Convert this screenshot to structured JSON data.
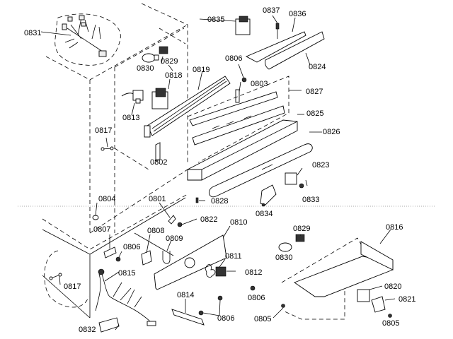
{
  "diagram": {
    "type": "exploded-parts-view",
    "labels": {
      "p0831": "0831",
      "p0830": "0830",
      "p0829a": "0829",
      "p0818": "0818",
      "p0819": "0819",
      "p0813": "0813",
      "p0817a": "0817",
      "p0802": "0802",
      "p0835": "0835",
      "p0837": "0837",
      "p0836": "0836",
      "p0824": "0824",
      "p0806a": "0806",
      "p0803": "0803",
      "p0827": "0827",
      "p0825": "0825",
      "p0826": "0826",
      "p0823": "0823",
      "p0833": "0833",
      "p0834": "0834",
      "p0828": "0828",
      "p0804": "0804",
      "p0801": "0801",
      "p0822": "0822",
      "p0810": "0810",
      "p0807": "0807",
      "p0808": "0808",
      "p0809": "0809",
      "p0806b": "0806",
      "p0815": "0815",
      "p0817b": "0817",
      "p0811": "0811",
      "p0812": "0812",
      "p0814": "0814",
      "p0806c": "0806",
      "p0806d": "0806",
      "p0832": "0832",
      "p0829b": "0829",
      "p0830b": "0830",
      "p0816": "0816",
      "p0820": "0820",
      "p0821": "0821",
      "p0805a": "0805",
      "p0805b": "0805"
    }
  }
}
